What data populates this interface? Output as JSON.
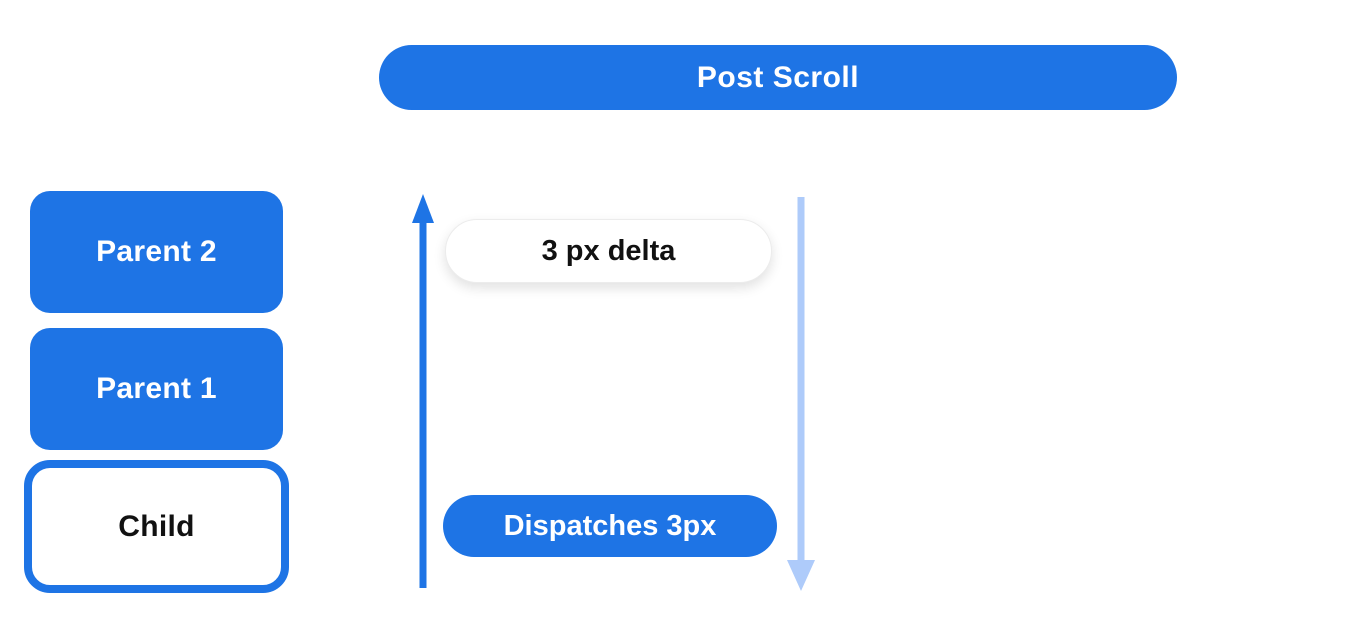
{
  "header": {
    "label": "Post Scroll"
  },
  "nodes": [
    {
      "id": "parent-2",
      "label": "Parent 2",
      "style": "filled-blue"
    },
    {
      "id": "parent-1",
      "label": "Parent 1",
      "style": "filled-blue"
    },
    {
      "id": "child",
      "label": "Child",
      "style": "outlined-blue"
    }
  ],
  "annotations": {
    "delta_label": "3 px delta",
    "dispatch_label": "Dispatches 3px"
  },
  "icons": {
    "up_arrow": "up-arrow-icon (solid blue, points up, left of delta pill)",
    "down_arrow": "down-arrow-icon (light blue, points down, right of pills)"
  },
  "colors": {
    "primary_blue": "#1E74E5",
    "light_blue": "#AECBFA",
    "canvas_background": "#FFFFFF",
    "text_on_blue": "#FFFFFF",
    "text_dark": "#111111"
  }
}
